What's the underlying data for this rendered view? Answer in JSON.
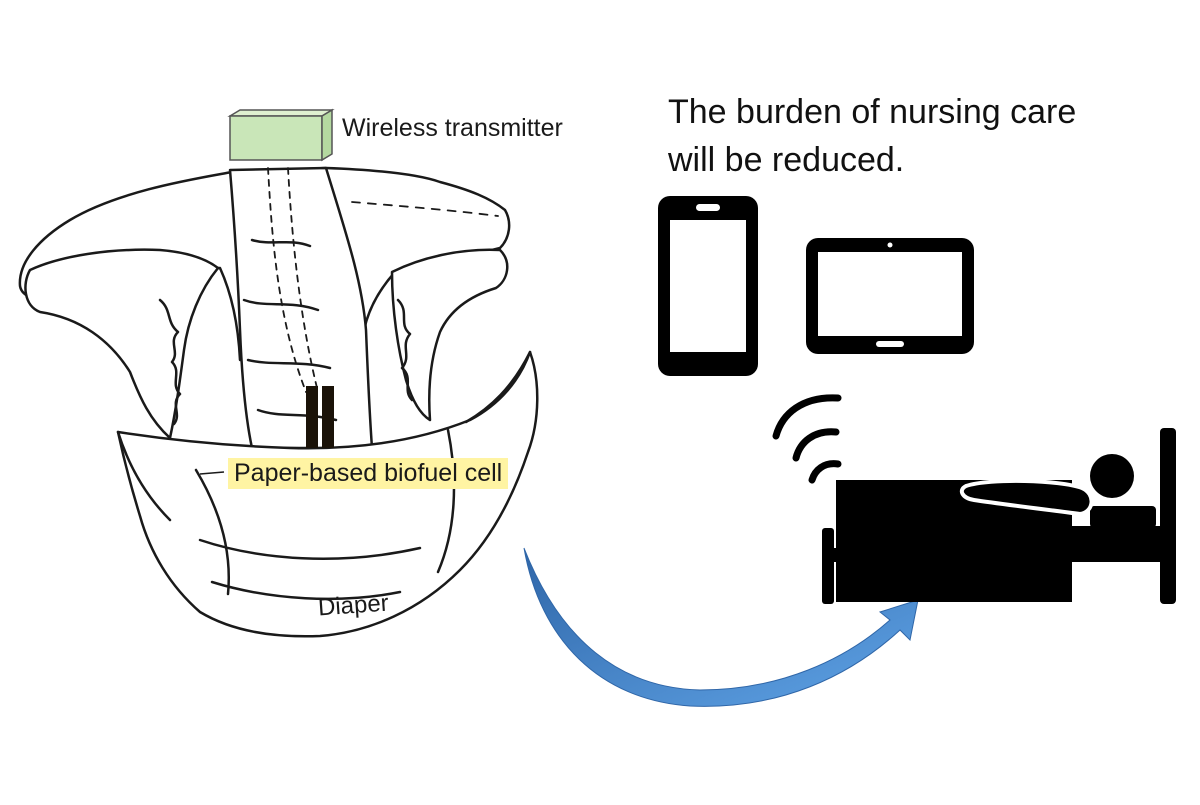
{
  "labels": {
    "transmitter": "Wireless transmitter",
    "biofuel_cell": "Paper-based biofuel cell",
    "diaper": "Diaper"
  },
  "headline": {
    "line1": "The burden of nursing care",
    "line2": "will be reduced."
  },
  "colors": {
    "transmitter_fill": "#c9e6b8",
    "biofuel_highlight": "#fff4a3",
    "arrow": "#4a8bd0",
    "device": "#000000",
    "line": "#1a1a1a"
  }
}
